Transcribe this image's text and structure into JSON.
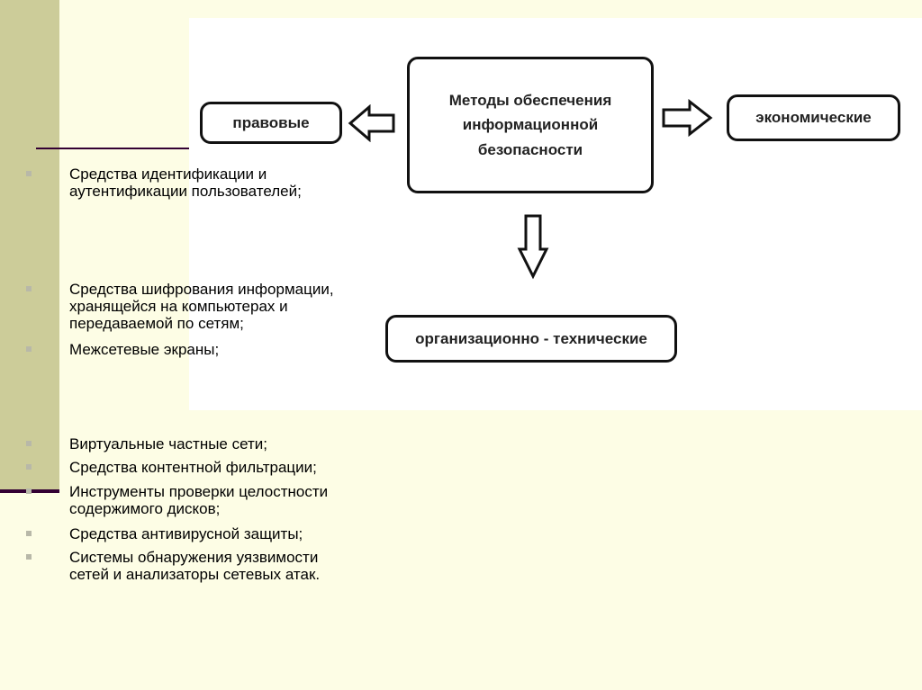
{
  "diagram": {
    "center": "Методы обеспечения\nинформационной\nбезопасности",
    "left": "правовые",
    "right": "экономические",
    "bottom": "организационно - технические"
  },
  "bullets": [
    "Средства идентификации и\nаутентификации пользователей;",
    "Средства шифрования информации,\nхранящейся на компьютерах и\nпередаваемой по сетям;",
    "Межсетевые экраны;",
    "Виртуальные частные сети;",
    "Средства контентной фильтрации;",
    "Инструменты проверки целостности\nсодержимого дисков;",
    "Средства антивирусной защиты;",
    "Системы обнаружения уязвимости\nсетей и анализаторы сетевых атак."
  ]
}
